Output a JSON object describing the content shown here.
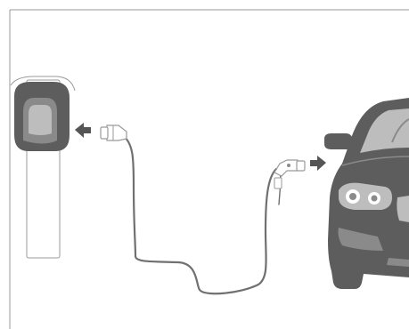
{
  "illustration": {
    "subject": "ev-charging-cable-connection",
    "parts": [
      {
        "id": "wallbox",
        "icon": "wall-charger-icon"
      },
      {
        "id": "charger-plug",
        "icon": "charging-plug-icon"
      },
      {
        "id": "car-plug",
        "icon": "charging-plug-icon"
      },
      {
        "id": "car",
        "icon": "car-front-icon"
      }
    ],
    "arrows": [
      {
        "id": "to-wallbox",
        "icon": "arrow-left-icon"
      },
      {
        "id": "to-car",
        "icon": "arrow-right-icon"
      }
    ]
  },
  "colors": {
    "body_dark": "#5d5d5d",
    "body_mid": "#8a8a8a",
    "body_light": "#bdbdbd",
    "outline": "#9a9a9a",
    "cable": "#707070",
    "arrow": "#555555",
    "lamp": "#ffffff",
    "background": "#ffffff"
  }
}
